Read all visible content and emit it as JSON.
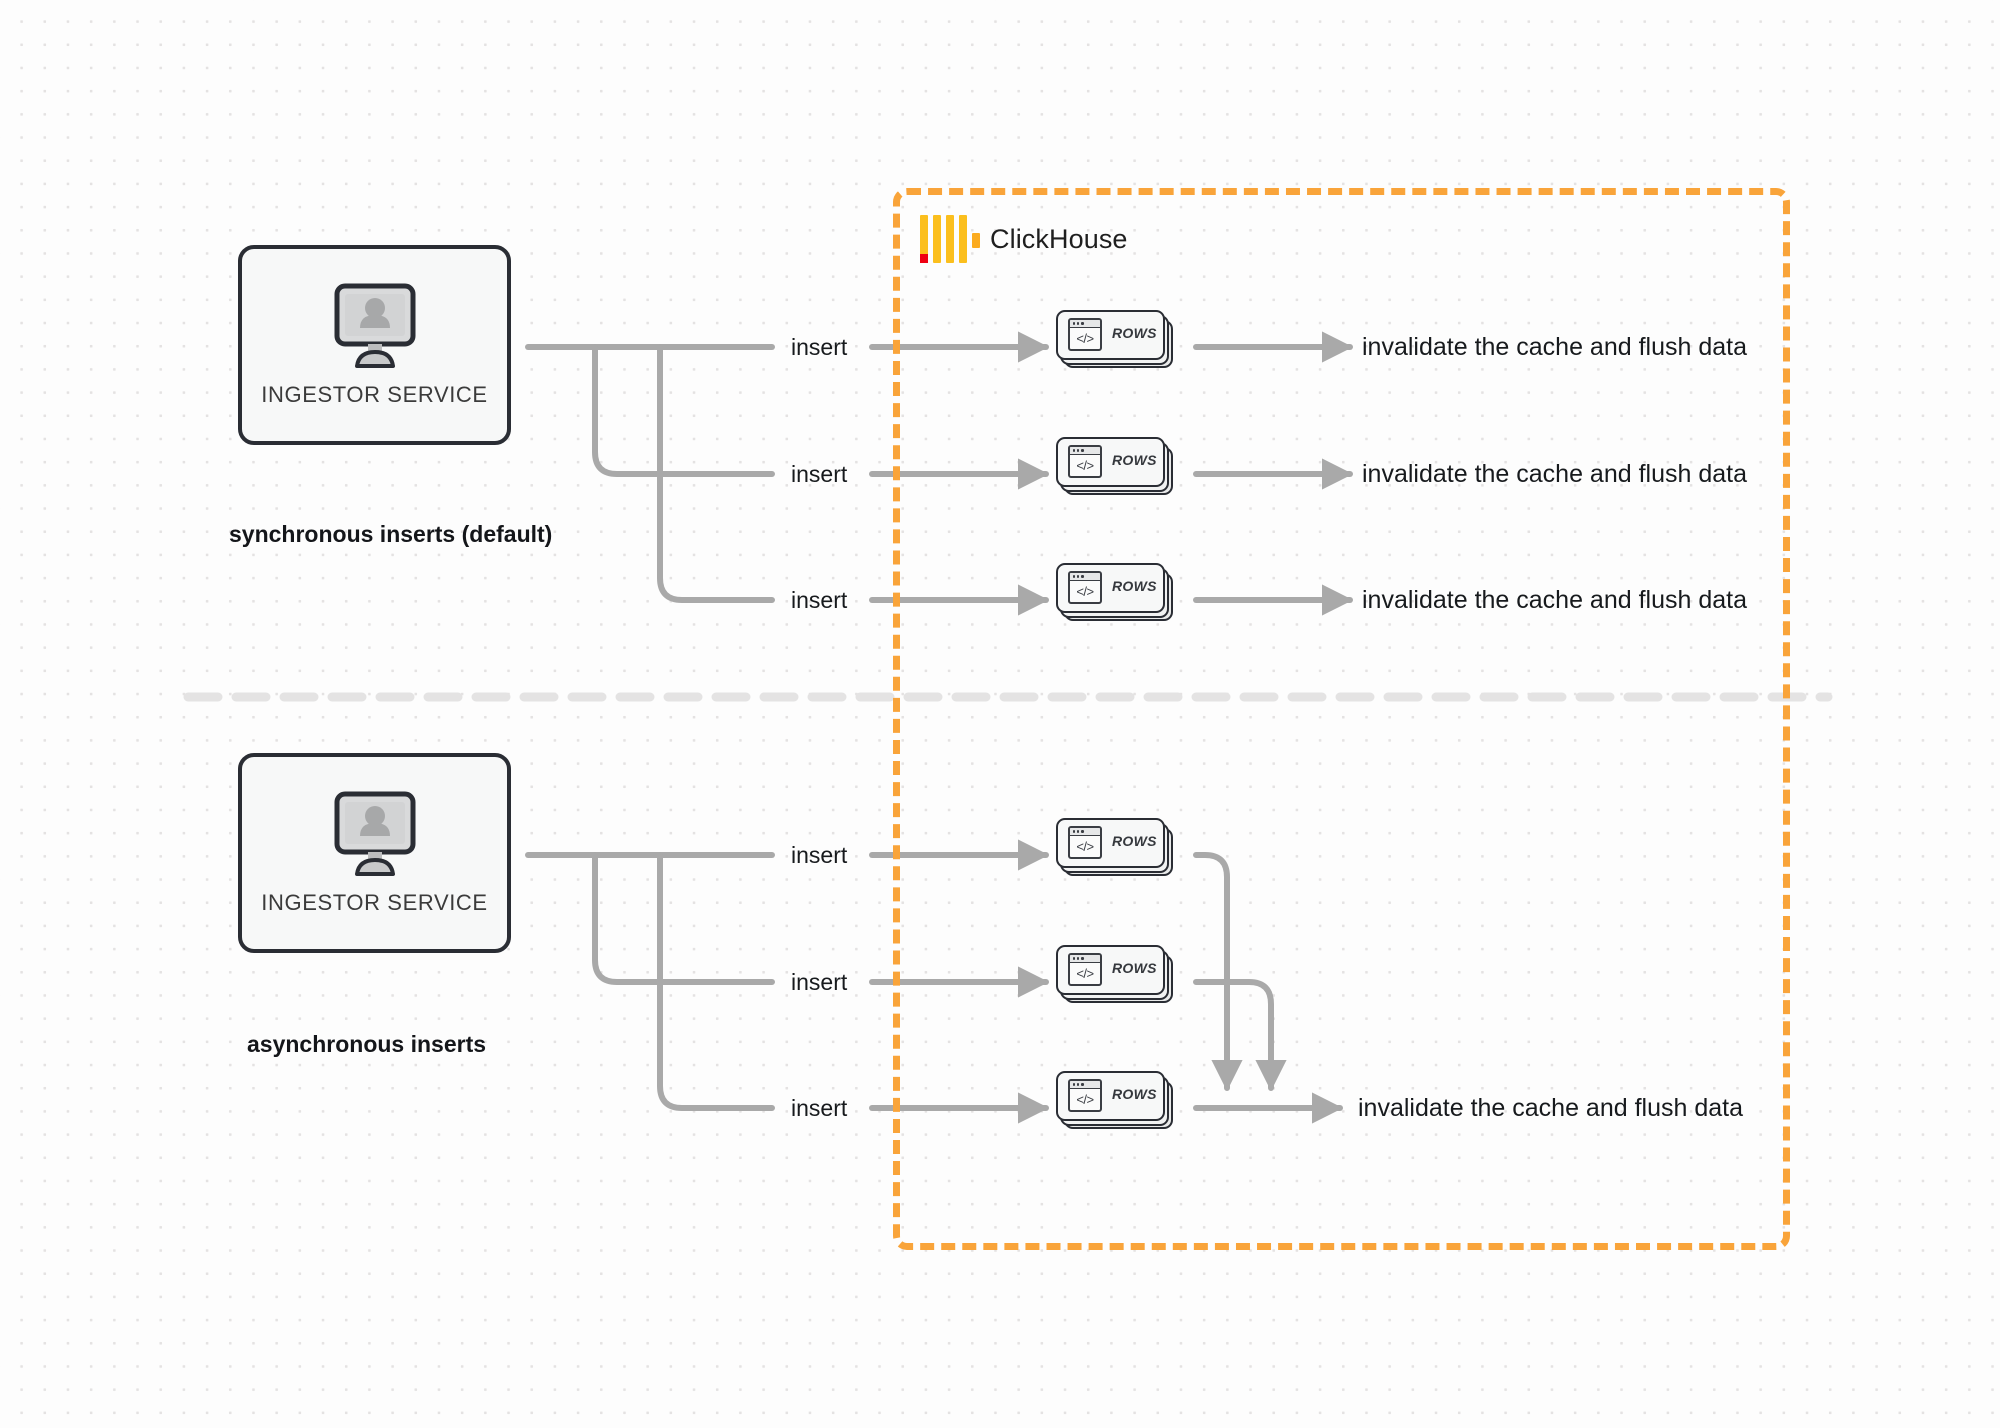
{
  "diagram": {
    "title": "ClickHouse synchronous vs asynchronous inserts",
    "colors": {
      "boundary": "#f9a43a",
      "connector": "#a9a9a9",
      "node_border": "#2a2d34",
      "node_fill": "#f7f8f8",
      "logo_yellow": "#fbbf1e",
      "logo_red": "#ef0013",
      "divider": "#e2e2e2",
      "background": "#fdfdfd"
    }
  },
  "clickhouse": {
    "name": "ClickHouse",
    "logo_icon": "clickhouse-logo-icon"
  },
  "divider": {
    "style": "dashed"
  },
  "sections": [
    {
      "id": "synchronous",
      "caption": "synchronous inserts (default)",
      "source": {
        "label": "INGESTOR SERVICE",
        "icon": "monitor-user-icon"
      },
      "flows": [
        {
          "edge_label": "insert",
          "node_label": "ROWS",
          "result_label": "invalidate the cache and flush data"
        },
        {
          "edge_label": "insert",
          "node_label": "ROWS",
          "result_label": "invalidate the cache and flush data"
        },
        {
          "edge_label": "insert",
          "node_label": "ROWS",
          "result_label": "invalidate the cache and flush data"
        }
      ]
    },
    {
      "id": "asynchronous",
      "caption": "asynchronous inserts",
      "source": {
        "label": "INGESTOR SERVICE",
        "icon": "monitor-user-icon"
      },
      "flows": [
        {
          "edge_label": "insert",
          "node_label": "ROWS"
        },
        {
          "edge_label": "insert",
          "node_label": "ROWS"
        },
        {
          "edge_label": "insert",
          "node_label": "ROWS"
        }
      ],
      "merged_result_label": "invalidate the cache and flush data"
    }
  ]
}
